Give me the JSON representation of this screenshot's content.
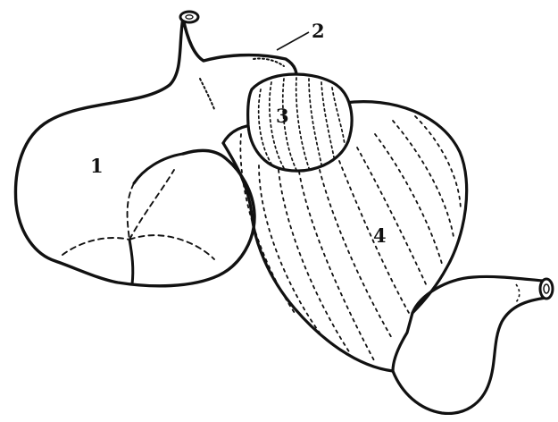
{
  "labels": {
    "part_1": "1",
    "part_2": "2",
    "part_3": "3",
    "part_4": "4"
  },
  "colors": {
    "ink": "#111111",
    "paper": "#ffffff"
  }
}
